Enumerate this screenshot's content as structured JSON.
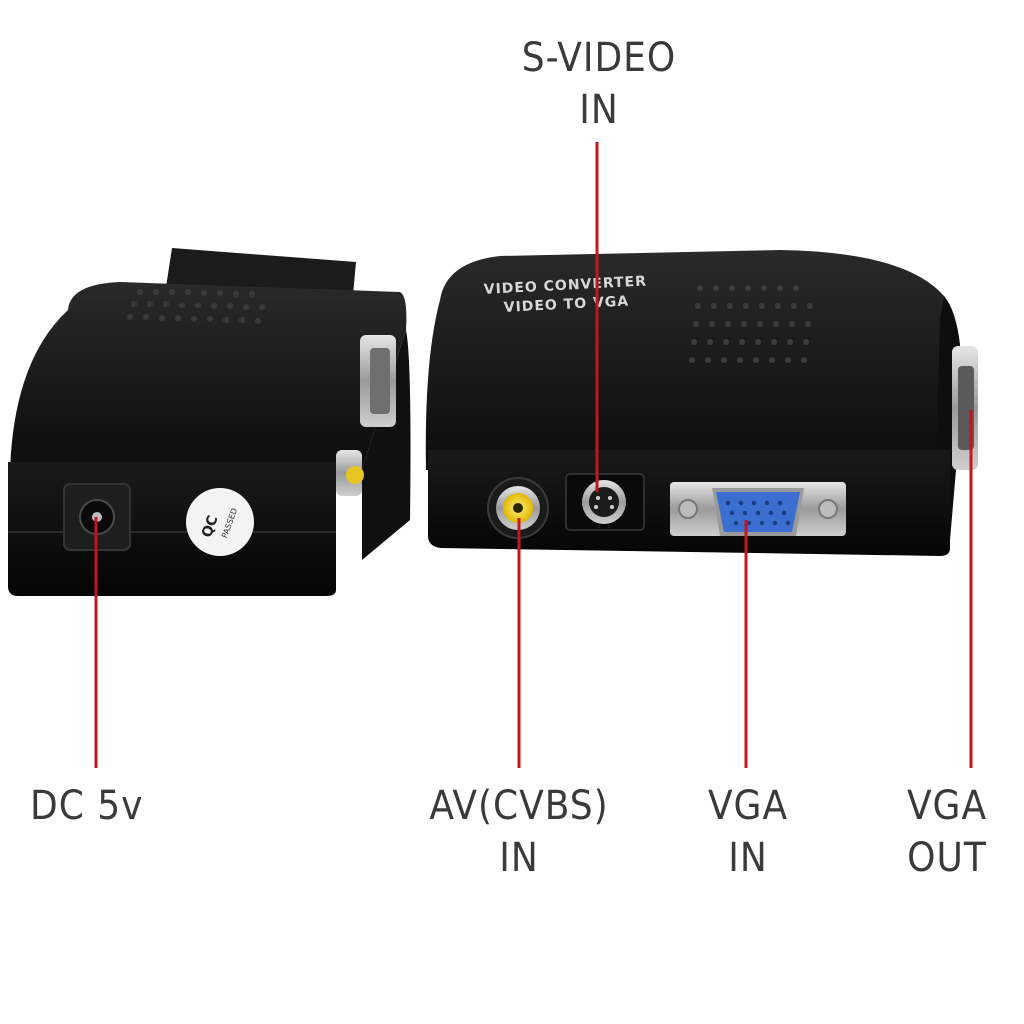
{
  "product": {
    "casing_print_line1": "VIDEO CONVERTER",
    "casing_print_line2": "VIDEO TO VGA",
    "qc_sticker_line1": "QC",
    "qc_sticker_line2": "PASSED"
  },
  "callouts": {
    "svideo_in": {
      "line1": "S-VIDEO",
      "line2": "IN"
    },
    "dc_power": {
      "line1": "DC 5v"
    },
    "av_cvbs_in": {
      "line1": "AV(CVBS)",
      "line2": "IN"
    },
    "vga_in": {
      "line1": "VGA",
      "line2": "IN"
    },
    "vga_out": {
      "line1": "VGA",
      "line2": "OUT"
    }
  },
  "colors": {
    "leader_line": "#c4161c",
    "device_body": "#141414",
    "rca_jack": "#f2d21a",
    "vga_port": "#3a6fd0"
  }
}
